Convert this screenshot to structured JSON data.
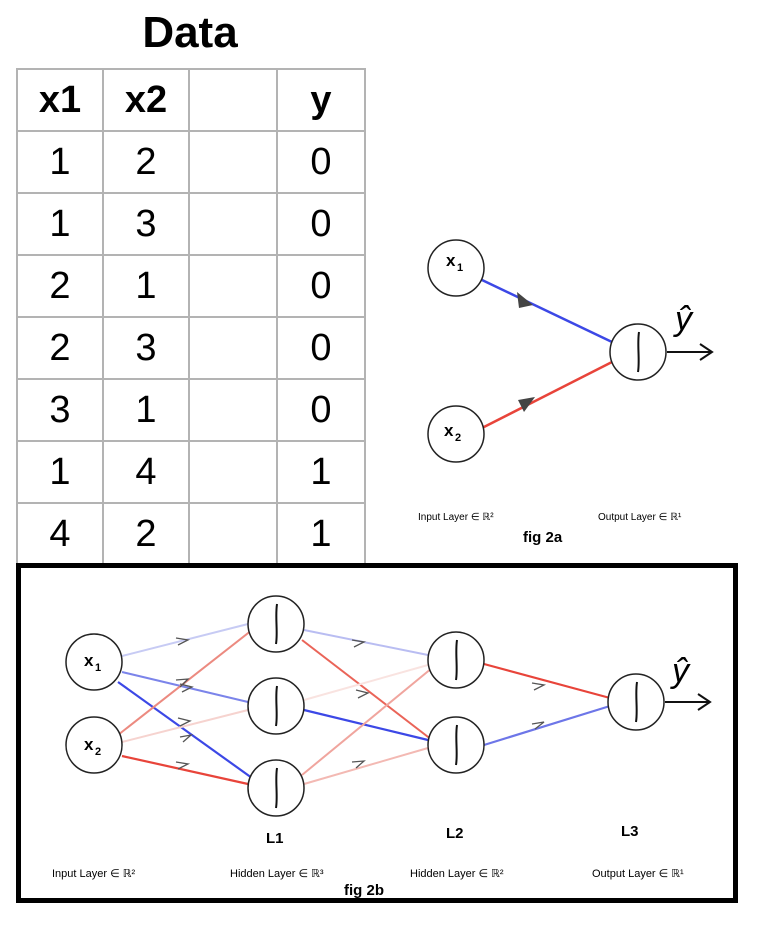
{
  "data_title": "Data",
  "table": {
    "headers": [
      "x1",
      "x2",
      "",
      "y"
    ],
    "rows": [
      [
        "1",
        "2",
        "",
        "0"
      ],
      [
        "1",
        "3",
        "",
        "0"
      ],
      [
        "2",
        "1",
        "",
        "0"
      ],
      [
        "2",
        "3",
        "",
        "0"
      ],
      [
        "3",
        "1",
        "",
        "0"
      ],
      [
        "1",
        "4",
        "",
        "1"
      ],
      [
        "4",
        "2",
        "",
        "1"
      ]
    ]
  },
  "fig2a": {
    "caption": "fig 2a",
    "input_label": "Input Layer ∈ ℝ²",
    "output_label": "Output Layer ∈ ℝ¹",
    "node_x1": "x",
    "node_x1_sub": "1",
    "node_x2": "x",
    "node_x2_sub": "2",
    "output_symbol": "ŷ"
  },
  "fig2b": {
    "caption": "fig 2b",
    "node_x1": "x",
    "node_x1_sub": "1",
    "node_x2": "x",
    "node_x2_sub": "2",
    "layer_L1": "L1",
    "layer_L2": "L2",
    "layer_L3": "L3",
    "input_label": "Input Layer ∈ ℝ²",
    "hidden1_label": "Hidden Layer ∈ ℝ³",
    "hidden2_label": "Hidden Layer ∈ ℝ²",
    "output_label": "Output Layer ∈ ℝ¹",
    "output_symbol": "ŷ"
  },
  "colors": {
    "positive_weight": "#3c48e6",
    "negative_weight": "#e8443a",
    "table_border": "#b3b3b3"
  }
}
